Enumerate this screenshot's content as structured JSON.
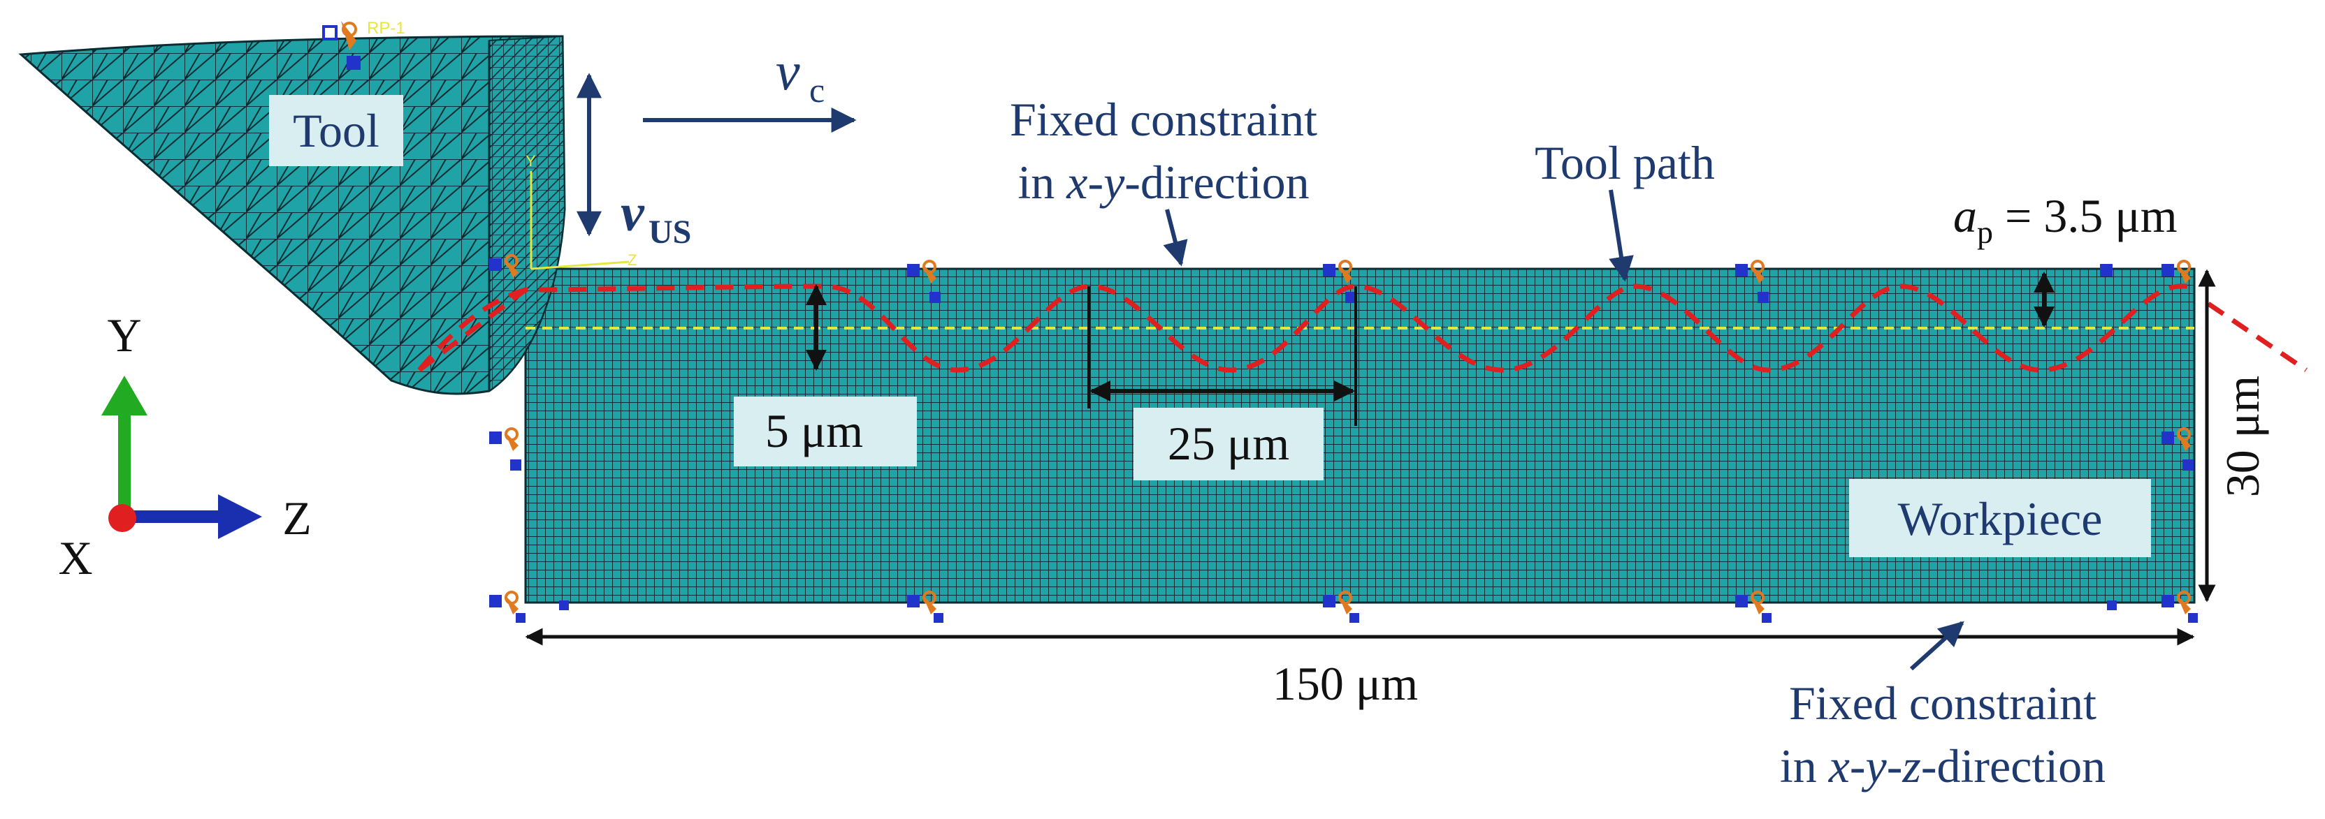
{
  "labels": {
    "tool": "Tool",
    "workpiece": "Workpiece",
    "vc_main": "v",
    "vc_sub": "c",
    "vus_main": "v",
    "vus_sub": "US",
    "fixed_top_1": "Fixed constraint",
    "fixed_top_2_pre": "in ",
    "fixed_top_2_var": "x-y",
    "fixed_top_2_post": "-direction",
    "tool_path": "Tool path",
    "ap_main": "a",
    "ap_sub": "p",
    "ap_value": " = 3.5 μm",
    "dim_5": "5 μm",
    "dim_25": "25 μm",
    "dim_30": "30 μm",
    "dim_150": "150 μm",
    "fixed_bottom_1": "Fixed constraint",
    "fixed_bottom_2_pre": "in ",
    "fixed_bottom_2_var": "x-y-z",
    "fixed_bottom_2_post": "-direction",
    "axis_y": "Y",
    "axis_z": "Z",
    "axis_x": "X",
    "rp_tag": "RP-1"
  },
  "colors": {
    "mesh_fill": "#1fa3a6",
    "mesh_line": "#0a2d33",
    "label_blue": "#1f3a6e",
    "tool_path": "#e02020",
    "depth_line": "#e6e640",
    "axis_y": "#22aa22",
    "axis_z": "#1a2fb0",
    "axis_x": "#e02020",
    "constraint_orange": "#e07a20",
    "constraint_blue": "#2233cc"
  }
}
